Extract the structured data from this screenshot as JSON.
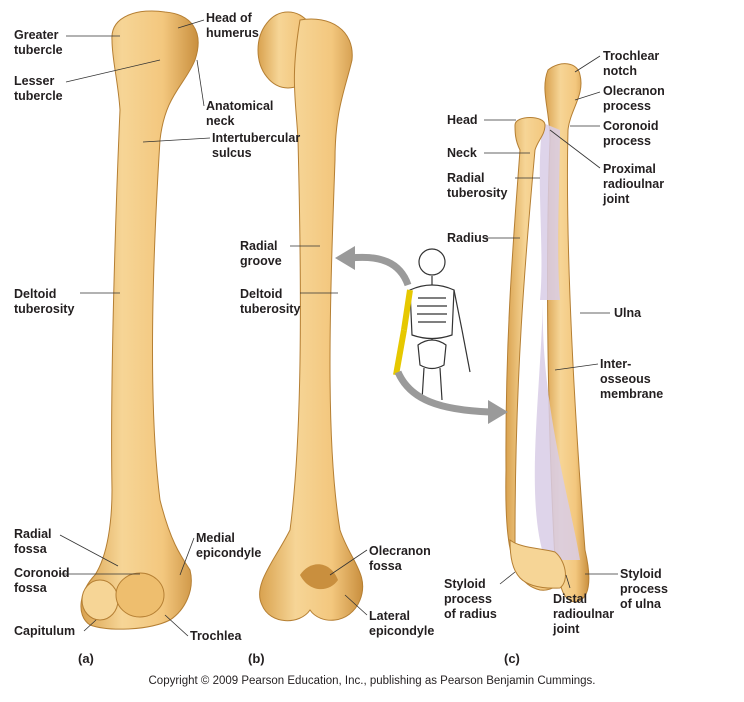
{
  "panels": {
    "a": "(a)",
    "b": "(b)",
    "c": "(c)"
  },
  "labels_a": {
    "greater_tubercle": [
      "Greater",
      "tubercle"
    ],
    "lesser_tubercle": [
      "Lesser",
      "tubercle"
    ],
    "head_of_humerus": [
      "Head of",
      "humerus"
    ],
    "anatomical_neck": [
      "Anatomical",
      "neck"
    ],
    "intertubercular_sulcus": [
      "Intertubercular",
      "sulcus"
    ],
    "deltoid_tuberosity": [
      "Deltoid",
      "tuberosity"
    ],
    "radial_fossa": [
      "Radial",
      "fossa"
    ],
    "coronoid_fossa": [
      "Coronoid",
      "fossa"
    ],
    "capitulum": [
      "Capitulum"
    ],
    "medial_epicondyle": [
      "Medial",
      "epicondyle"
    ],
    "trochlea": [
      "Trochlea"
    ]
  },
  "labels_b": {
    "radial_groove": [
      "Radial",
      "groove"
    ],
    "deltoid_tuberosity": [
      "Deltoid",
      "tuberosity"
    ],
    "olecranon_fossa": [
      "Olecranon",
      "fossa"
    ],
    "lateral_epicondyle": [
      "Lateral",
      "epicondyle"
    ]
  },
  "labels_c": {
    "head": [
      "Head"
    ],
    "neck": [
      "Neck"
    ],
    "radial_tuberosity": [
      "Radial",
      "tuberosity"
    ],
    "radius": [
      "Radius"
    ],
    "trochlear_notch": [
      "Trochlear",
      "notch"
    ],
    "olecranon_process": [
      "Olecranon",
      "process"
    ],
    "coronoid_process": [
      "Coronoid",
      "process"
    ],
    "proximal_radioulnar_joint": [
      "Proximal",
      "radioulnar",
      "joint"
    ],
    "ulna": [
      "Ulna"
    ],
    "interosseous_membrane": [
      "Inter-",
      "osseous",
      "membrane"
    ],
    "styloid_process_of_ulna": [
      "Styloid",
      "process",
      "of ulna"
    ],
    "styloid_process_of_radius": [
      "Styloid",
      "process",
      "of radius"
    ],
    "distal_radioulnar_joint": [
      "Distal",
      "radioulnar",
      "joint"
    ]
  },
  "copyright": "Copyright © 2009 Pearson Education, Inc., publishing as Pearson Benjamin Cummings.",
  "colors": {
    "bone": "#f3c77e",
    "bone_shade": "#d9a24f",
    "highlight": "#f4e11a",
    "arrow": "#9a9a9a",
    "membrane": "#d8cde6"
  }
}
